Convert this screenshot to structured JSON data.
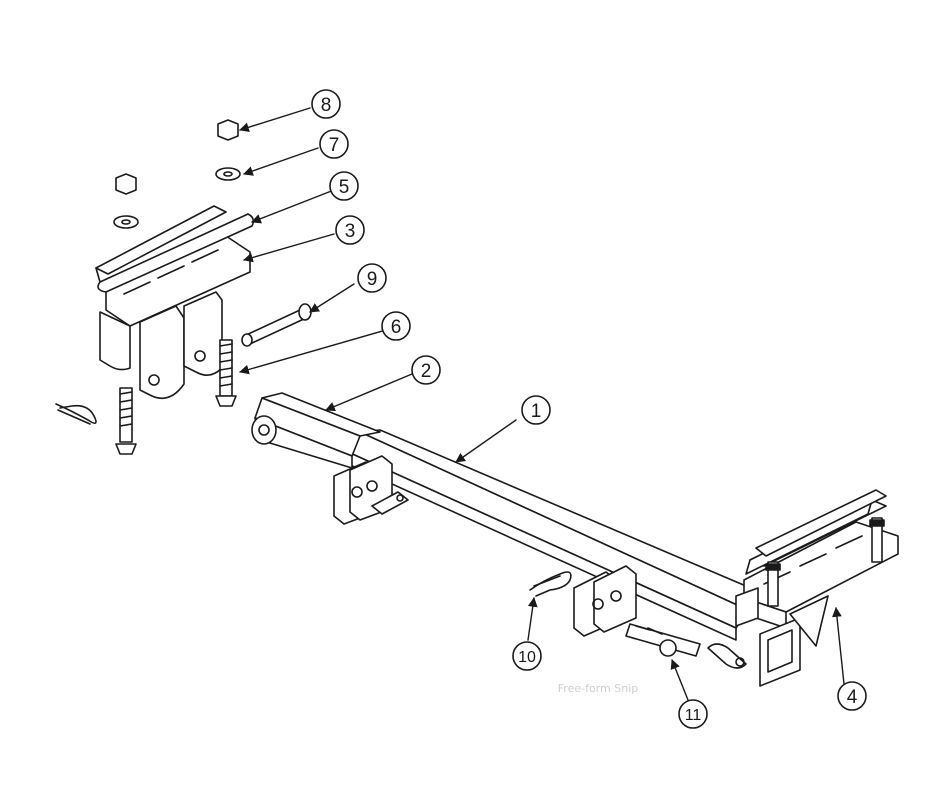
{
  "diagram": {
    "callouts": [
      "1",
      "2",
      "3",
      "4",
      "5",
      "6",
      "7",
      "8",
      "9",
      "10",
      "11"
    ],
    "overlay_text": "Free-form Snip",
    "line_color": "#1a1a1a"
  }
}
